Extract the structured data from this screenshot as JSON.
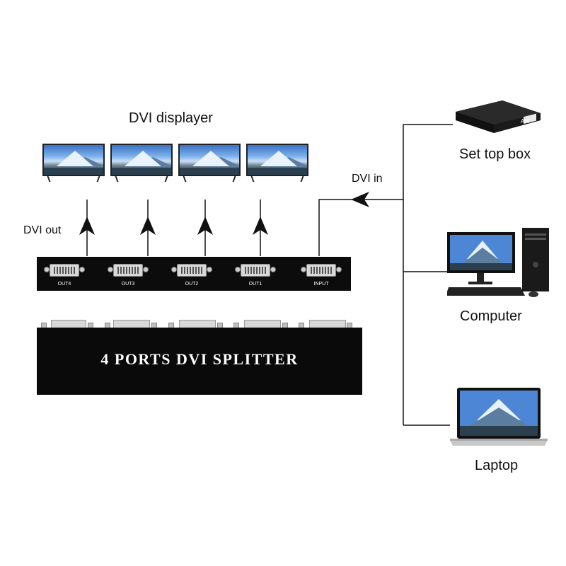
{
  "labels": {
    "dvi_displayer": "DVI displayer",
    "dvi_out": "DVI out",
    "dvi_in": "DVI in",
    "set_top_box": "Set top box",
    "computer": "Computer",
    "laptop": "Laptop"
  },
  "splitter": {
    "title": "4 PORTS DVI SPLITTER",
    "ports": [
      "OUT4",
      "OUT3",
      "OUT2",
      "OUT1",
      "INPUT"
    ]
  },
  "devices": {
    "stb_brand": "AW"
  },
  "icons": [
    "monitor-icon",
    "set-top-box-icon",
    "computer-icon",
    "laptop-icon",
    "arrow-up-icon",
    "arrow-left-icon"
  ]
}
